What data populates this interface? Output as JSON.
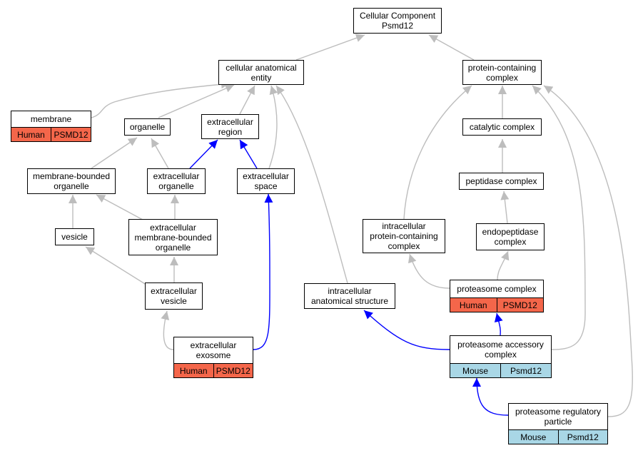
{
  "nodes": {
    "cellular_component": {
      "label": "Cellular Component\nPsmd12"
    },
    "cellular_anatomical_entity": {
      "label": "cellular anatomical\nentity"
    },
    "protein_containing_complex": {
      "label": "protein-containing\ncomplex"
    },
    "membrane": {
      "label": "membrane",
      "species": "Human",
      "gene": "PSMD12",
      "tag_color": "#f4664a"
    },
    "organelle": {
      "label": "organelle"
    },
    "extracellular_region": {
      "label": "extracellular\nregion"
    },
    "catalytic_complex": {
      "label": "catalytic complex"
    },
    "membrane_bounded_organelle": {
      "label": "membrane-bounded\norganelle"
    },
    "extracellular_organelle": {
      "label": "extracellular\norganelle"
    },
    "extracellular_space": {
      "label": "extracellular\nspace"
    },
    "peptidase_complex": {
      "label": "peptidase complex"
    },
    "vesicle": {
      "label": "vesicle"
    },
    "extracellular_mb_organelle": {
      "label": "extracellular\nmembrane-bounded\norganelle"
    },
    "intracellular_pc_complex": {
      "label": "intracellular\nprotein-containing\ncomplex"
    },
    "endopeptidase_complex": {
      "label": "endopeptidase\ncomplex"
    },
    "extracellular_vesicle": {
      "label": "extracellular\nvesicle"
    },
    "intracellular_anatomical_structure": {
      "label": "intracellular\nanatomical structure"
    },
    "proteasome_complex": {
      "label": "proteasome complex",
      "species": "Human",
      "gene": "PSMD12",
      "tag_color": "#f4664a"
    },
    "extracellular_exosome": {
      "label": "extracellular\nexosome",
      "species": "Human",
      "gene": "PSMD12",
      "tag_color": "#f4664a"
    },
    "proteasome_accessory_complex": {
      "label": "proteasome accessory\ncomplex",
      "species": "Mouse",
      "gene": "Psmd12",
      "tag_color": "#a9d7e6"
    },
    "proteasome_regulatory_particle": {
      "label": "proteasome regulatory\nparticle",
      "species": "Mouse",
      "gene": "Psmd12",
      "tag_color": "#a9d7e6"
    }
  },
  "edge_colors": {
    "is_a": "#bdbdbd",
    "part_of": "#0000ff"
  }
}
